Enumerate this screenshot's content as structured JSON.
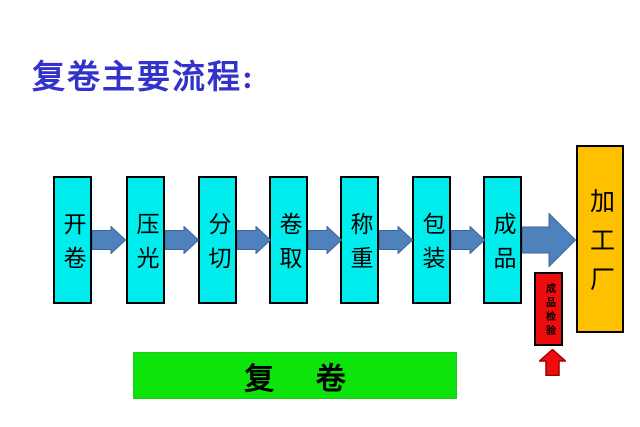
{
  "title": "复卷主要流程:",
  "flow": {
    "steps": [
      {
        "label": "开卷"
      },
      {
        "label": "压光"
      },
      {
        "label": "分切"
      },
      {
        "label": "卷取"
      },
      {
        "label": "称重"
      },
      {
        "label": "包装"
      },
      {
        "label": "成品"
      }
    ],
    "destination": {
      "label": "加工厂"
    },
    "inspection": {
      "label": "成品检验"
    },
    "banner": {
      "label": "复 卷"
    }
  },
  "icons": {
    "step_connector": "right-arrow-icon",
    "to_destination": "large-right-arrow-icon",
    "to_inspection": "up-arrow-icon"
  },
  "colors": {
    "title_color": "#3333CC",
    "step_fill": "#00EDED",
    "arrow_fill": "#4F81BD",
    "dest_fill": "#FFC000",
    "inspect_fill": "#EE0D0D",
    "banner_fill": "#0CE40C"
  }
}
